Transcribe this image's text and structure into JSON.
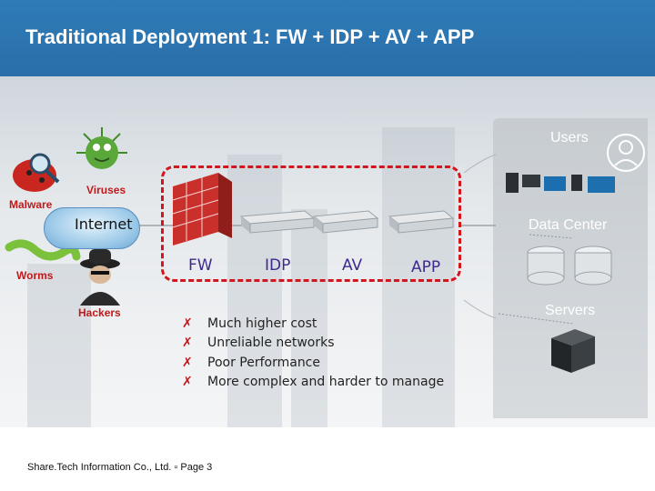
{
  "slide": {
    "title": "Traditional Deployment 1: FW + IDP + AV + APP"
  },
  "threats": {
    "malware": "Malware",
    "viruses": "Viruses",
    "worms": "Worms",
    "hackers": "Hackers",
    "internet": "Internet"
  },
  "devices": {
    "fw": "FW",
    "idp": "IDP",
    "av": "AV",
    "app": "APP"
  },
  "right_panel": {
    "users": "Users",
    "data_center": "Data Center",
    "servers": "Servers"
  },
  "drawbacks": [
    "Much higher cost",
    "Unreliable networks",
    "Poor Performance",
    "More complex and harder to manage"
  ],
  "bullet_marker": "✗",
  "footer": {
    "text": "Share.Tech Information Co., Ltd. ▫ Page 3"
  },
  "colors": {
    "header_blue": "#2e7bb8",
    "dashed_red": "#d3161d",
    "device_label_purple": "#3e2a8c",
    "threat_red": "#c01a1a"
  }
}
